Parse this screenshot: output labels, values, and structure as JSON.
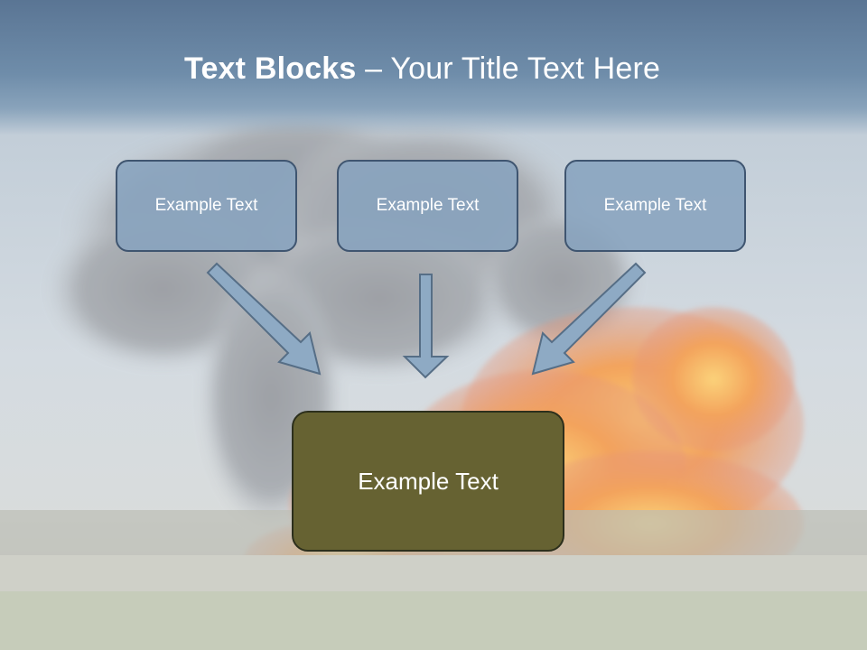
{
  "title": {
    "bold_part": "Text Blocks",
    "dash": " – ",
    "regular_part": "Your Title Text Here"
  },
  "blocks": {
    "top": [
      {
        "label": "Example Text"
      },
      {
        "label": "Example Text"
      },
      {
        "label": "Example Text"
      }
    ],
    "main": {
      "label": "Example Text"
    }
  },
  "colors": {
    "title_bar": "#6f8daa",
    "top_box_fill": "#88a3be",
    "top_box_border": "#3f5570",
    "main_box_fill": "#666232",
    "arrow_fill": "#8eaac4",
    "arrow_stroke": "#566e86"
  },
  "background": {
    "icon": "explosion-photo"
  }
}
